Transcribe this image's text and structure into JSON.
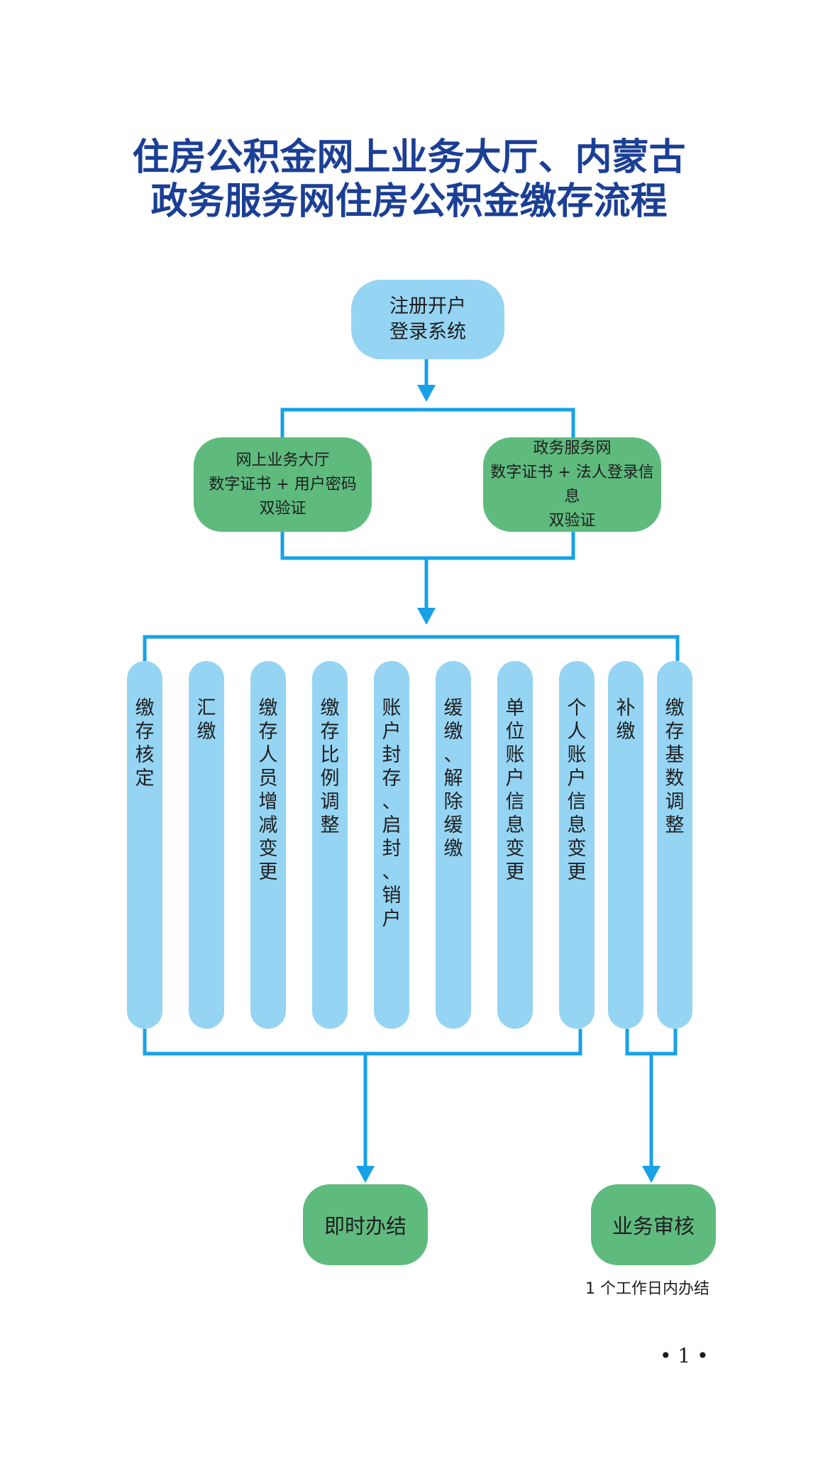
{
  "title": {
    "line1": "住房公积金网上业务大厅、内蒙古",
    "line2": "政务服务网住房公积金缴存流程"
  },
  "start_node": {
    "lines": [
      "注册开户",
      "登录系统"
    ]
  },
  "verify_nodes": [
    {
      "lines": [
        "网上业务大厅",
        "数字证书 + 用户密码",
        "双验证"
      ]
    },
    {
      "lines": [
        "政务服务网",
        "数字证书 + 法人登录信息",
        "双验证"
      ]
    }
  ],
  "business_items": [
    {
      "label": "缴存核定"
    },
    {
      "label": "汇缴"
    },
    {
      "label": "缴存人员增减变更"
    },
    {
      "label": "缴存比例调整"
    },
    {
      "label": "账户封存、启封、销户"
    },
    {
      "label": "缓缴、解除缓缴"
    },
    {
      "label": "单位账户信息变更"
    },
    {
      "label": "个人账户信息变更"
    },
    {
      "label": "补缴"
    },
    {
      "label": "缴存基数调整"
    }
  ],
  "outcomes": [
    {
      "label": "即时办结"
    },
    {
      "label": "业务审核",
      "note": "1 个工作日内办结"
    }
  ],
  "page_number": "• 1 •",
  "colors": {
    "title": "#1b3f95",
    "connector": "#17a1e6",
    "light_blue_node": "#95d4f3",
    "green_node": "#5fba7e"
  }
}
